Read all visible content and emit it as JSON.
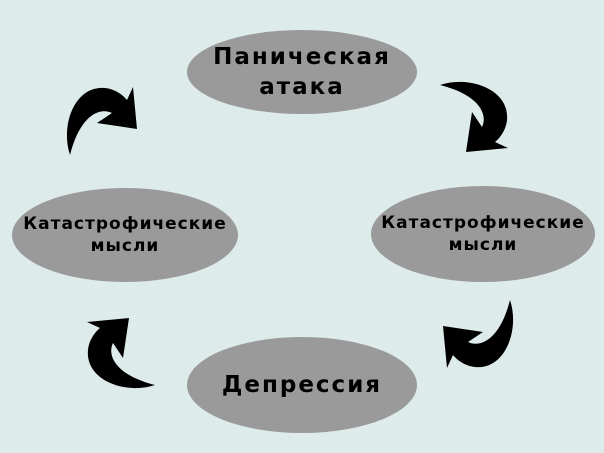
{
  "nodes": {
    "top": "Паническая\nатака",
    "left": "Катастрофические\nмысли",
    "right": "Катастрофические\nмысли",
    "bottom": "Депрессия"
  },
  "colors": {
    "background": "#ddeceb",
    "node": "#9a9a9a",
    "arrow": "#000000"
  }
}
